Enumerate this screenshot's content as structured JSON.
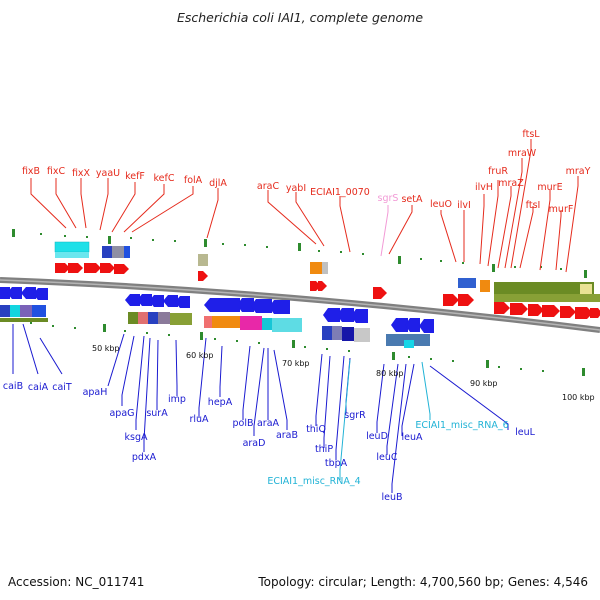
{
  "title": "Escherichia coli IAI1, complete genome",
  "footer": {
    "accession": "Accession: NC_011741",
    "summary": "Topology: circular; Length: 4,700,560 bp; Genes: 4,546"
  },
  "colors": {
    "upper_label": "#e52b1d",
    "lower_label": "#1a1ad0",
    "misc_rna": "#22b3d6",
    "pink_label": "#f29ad6",
    "backbone": "#808080",
    "tick": "#2e8b2e"
  },
  "scale_ticks": [
    "50 kbp",
    "60 kbp",
    "70 kbp",
    "80 kbp",
    "90 kbp",
    "100 kbp"
  ],
  "upper_labels": [
    {
      "text": "fixB",
      "tone": "upper"
    },
    {
      "text": "fixC",
      "tone": "upper"
    },
    {
      "text": "fixX",
      "tone": "upper"
    },
    {
      "text": "yaaU",
      "tone": "upper"
    },
    {
      "text": "kefF",
      "tone": "upper"
    },
    {
      "text": "kefC",
      "tone": "upper"
    },
    {
      "text": "folA",
      "tone": "upper"
    },
    {
      "text": "djlA",
      "tone": "upper"
    },
    {
      "text": "araC",
      "tone": "upper"
    },
    {
      "text": "yabI",
      "tone": "upper"
    },
    {
      "text": "ECIAI1_0070",
      "tone": "upper"
    },
    {
      "text": "sgrS",
      "tone": "pink"
    },
    {
      "text": "setA",
      "tone": "upper"
    },
    {
      "text": "leuO",
      "tone": "upper"
    },
    {
      "text": "ilvI",
      "tone": "upper"
    },
    {
      "text": "ilvH",
      "tone": "upper"
    },
    {
      "text": "fruR",
      "tone": "upper"
    },
    {
      "text": "mraZ",
      "tone": "upper"
    },
    {
      "text": "mraW",
      "tone": "upper"
    },
    {
      "text": "ftsL",
      "tone": "upper"
    },
    {
      "text": "ftsI",
      "tone": "upper"
    },
    {
      "text": "murE",
      "tone": "upper"
    },
    {
      "text": "murF",
      "tone": "upper"
    },
    {
      "text": "mraY",
      "tone": "upper"
    }
  ],
  "lower_labels": [
    {
      "text": "caiB",
      "tone": "lower"
    },
    {
      "text": "caiA",
      "tone": "lower"
    },
    {
      "text": "caiT",
      "tone": "lower"
    },
    {
      "text": "apaH",
      "tone": "lower"
    },
    {
      "text": "apaG",
      "tone": "lower"
    },
    {
      "text": "ksgA",
      "tone": "lower"
    },
    {
      "text": "pdxA",
      "tone": "lower"
    },
    {
      "text": "surA",
      "tone": "lower"
    },
    {
      "text": "imp",
      "tone": "lower"
    },
    {
      "text": "rluA",
      "tone": "lower"
    },
    {
      "text": "hepA",
      "tone": "lower"
    },
    {
      "text": "polB",
      "tone": "lower"
    },
    {
      "text": "araD",
      "tone": "lower"
    },
    {
      "text": "araA",
      "tone": "lower"
    },
    {
      "text": "araB",
      "tone": "lower"
    },
    {
      "text": "thiQ",
      "tone": "lower"
    },
    {
      "text": "thiP",
      "tone": "lower"
    },
    {
      "text": "tbpA",
      "tone": "lower"
    },
    {
      "text": "ECIAI1_misc_RNA_4",
      "tone": "misc"
    },
    {
      "text": "sgrR",
      "tone": "lower"
    },
    {
      "text": "leuD",
      "tone": "lower"
    },
    {
      "text": "leuC",
      "tone": "lower"
    },
    {
      "text": "leuB",
      "tone": "lower"
    },
    {
      "text": "leuA",
      "tone": "lower"
    },
    {
      "text": "ECIAI1_misc_RNA_6",
      "tone": "misc"
    },
    {
      "text": "leuL",
      "tone": "lower"
    }
  ]
}
